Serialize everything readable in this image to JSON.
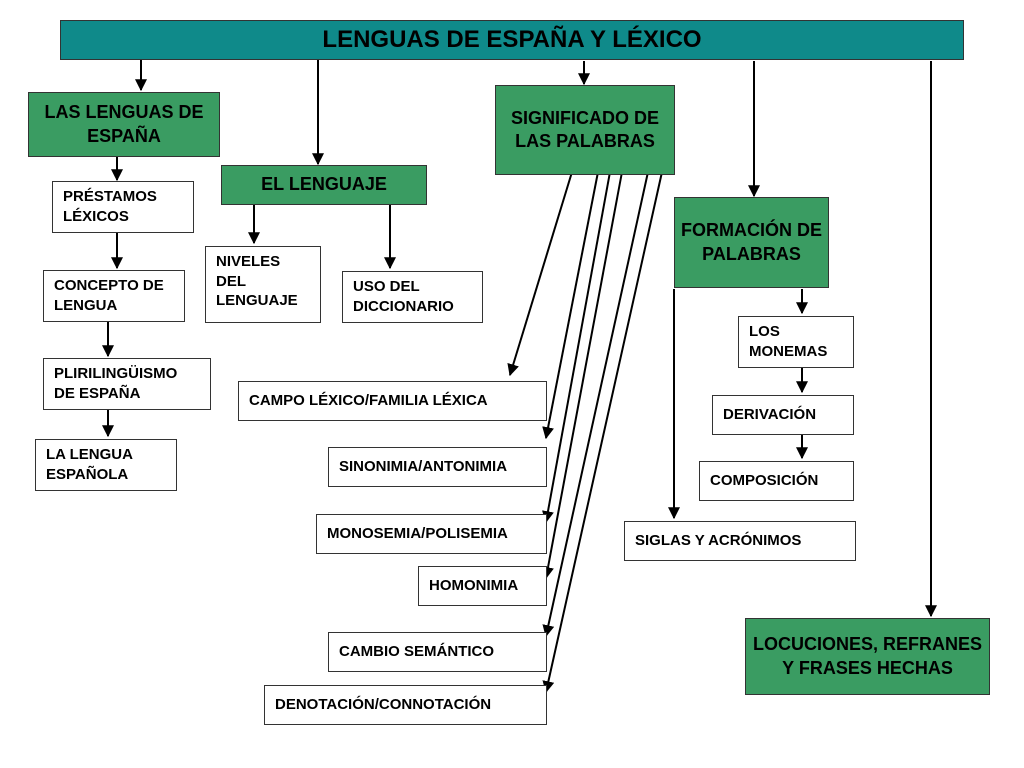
{
  "title": "LENGUAS DE ESPAÑA Y LÉXICO",
  "branches": {
    "lenguas": {
      "label": "LAS LENGUAS DE ESPAÑA",
      "items": [
        "PRÉSTAMOS LÉXICOS",
        "CONCEPTO DE LENGUA",
        "PLIRILINGÜISMO DE ESPAÑA",
        "LA LENGUA ESPAÑOLA"
      ]
    },
    "lenguaje": {
      "label": "EL LENGUAJE",
      "items": [
        "NIVELES DEL LENGUAJE",
        "USO DEL DICCIONARIO"
      ]
    },
    "significado": {
      "label": "SIGNIFICADO DE LAS PALABRAS",
      "items": [
        "CAMPO LÉXICO/FAMILIA LÉXICA",
        "SINONIMIA/ANTONIMIA",
        "MONOSEMIA/POLISEMIA",
        "HOMONIMIA",
        "CAMBIO SEMÁNTICO",
        "DENOTACIÓN/CONNOTACIÓN"
      ]
    },
    "formacion": {
      "label": "FORMACIÓN DE PALABRAS",
      "items": [
        "LOS MONEMAS",
        "DERIVACIÓN",
        "COMPOSICIÓN",
        "SIGLAS Y ACRÓNIMOS"
      ]
    },
    "locuciones": {
      "label": "LOCUCIONES, REFRANES Y FRASES HECHAS"
    }
  },
  "colors": {
    "title_bg": "#0f8a8a",
    "branch_bg": "#3a9c62",
    "leaf_bg": "#ffffff",
    "line": "#000000"
  }
}
